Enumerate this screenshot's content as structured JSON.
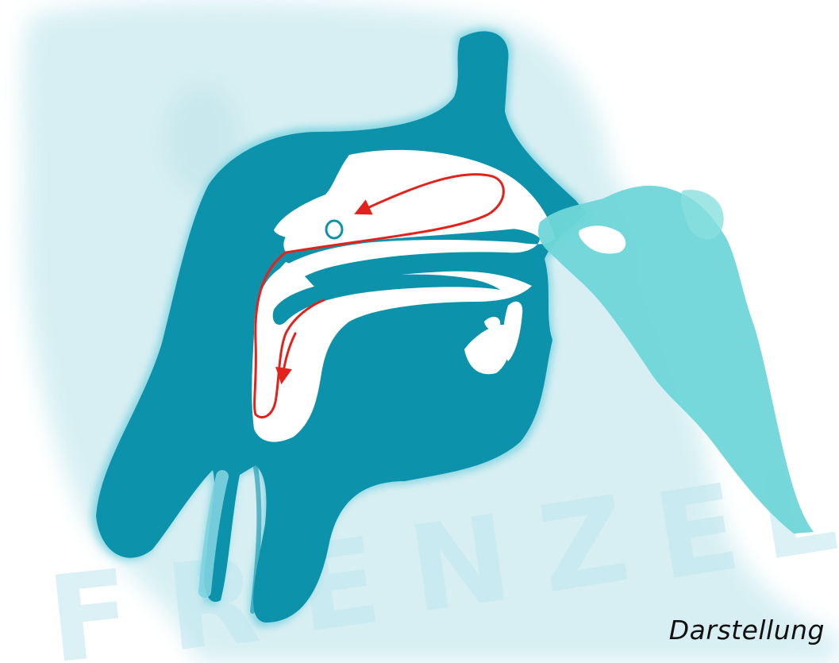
{
  "caption": "Darstellung",
  "watermark": "FRENZEL",
  "watermark_letters": [
    "F",
    "R",
    "E",
    "N",
    "Z",
    "E",
    "L"
  ],
  "colors": {
    "head_silhouette": "#cdebef",
    "tissue": "#0c93ab",
    "tissue_glow": "#7fd3e0",
    "airway": "#ffffff",
    "hand": "#6fd6d8",
    "arrow": "#e3221b",
    "watermark": "#bfe7ef"
  }
}
